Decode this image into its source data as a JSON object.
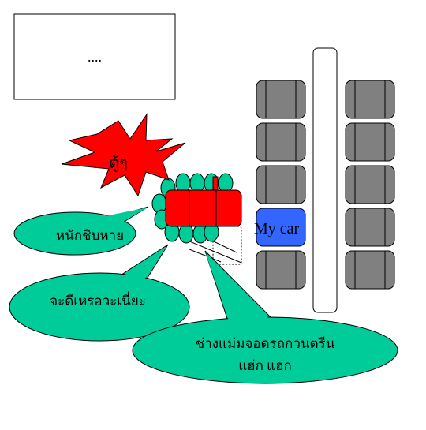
{
  "title_box": {
    "text": "...."
  },
  "crash_burst": {
    "text": "ตู้ๆ",
    "color": "#ff0000"
  },
  "speech": {
    "bubble_1": "หนักชิบหาย",
    "bubble_2": "จะดีเหรอวะเนี่ยะ",
    "bubble_3_line_1": "ช่างแม่มจอดรถกวนตรีน",
    "bubble_3_line_2": "แฮ่ก แฮ่ก"
  },
  "my_car": {
    "label": "My car",
    "color": "#3366ff"
  },
  "colors": {
    "parked_car": "#808080",
    "crowd": "#00cc99",
    "pushed_car": "#ff0000",
    "bubble": "#00cc99"
  }
}
